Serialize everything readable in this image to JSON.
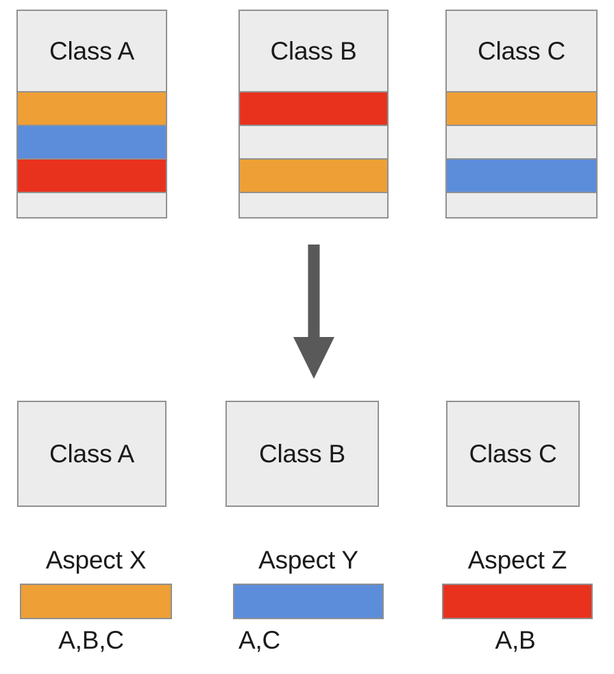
{
  "palette": {
    "aspect_x_orange": "#ee9f36",
    "aspect_y_blue": "#5b8ddb",
    "aspect_z_red": "#e8321e",
    "neutral_gray": "#ececec",
    "border_gray": "#919191",
    "arrow_gray": "#595959",
    "text_black": "#1a1a1a",
    "background": "#ffffff"
  },
  "top_row": {
    "columns": [
      {
        "label": "Class A",
        "stripes": [
          {
            "aspect": "Aspect X",
            "color": "#ee9f36"
          },
          {
            "aspect": "Aspect Y",
            "color": "#5b8ddb"
          },
          {
            "aspect": "Aspect Z",
            "color": "#e8321e"
          },
          {
            "aspect": "",
            "color": "#ececec"
          }
        ]
      },
      {
        "label": "Class B",
        "stripes": [
          {
            "aspect": "Aspect Z",
            "color": "#e8321e"
          },
          {
            "aspect": "",
            "color": "#ececec"
          },
          {
            "aspect": "Aspect X",
            "color": "#ee9f36"
          },
          {
            "aspect": "",
            "color": "#ececec"
          }
        ]
      },
      {
        "label": "Class C",
        "stripes": [
          {
            "aspect": "Aspect X",
            "color": "#ee9f36"
          },
          {
            "aspect": "",
            "color": "#ececec"
          },
          {
            "aspect": "Aspect Y",
            "color": "#5b8ddb"
          },
          {
            "aspect": "",
            "color": "#ececec"
          }
        ]
      }
    ]
  },
  "arrow": {
    "direction": "down",
    "color": "#595959"
  },
  "bottom_row": {
    "boxes": [
      {
        "label": "Class A"
      },
      {
        "label": "Class B"
      },
      {
        "label": "Class C"
      }
    ]
  },
  "legend": {
    "entries": [
      {
        "title": "Aspect X",
        "color": "#ee9f36",
        "members": "A,B,C"
      },
      {
        "title": "Aspect Y",
        "color": "#5b8ddb",
        "members": "A,C"
      },
      {
        "title": "Aspect Z",
        "color": "#e8321e",
        "members": "A,B"
      }
    ]
  }
}
